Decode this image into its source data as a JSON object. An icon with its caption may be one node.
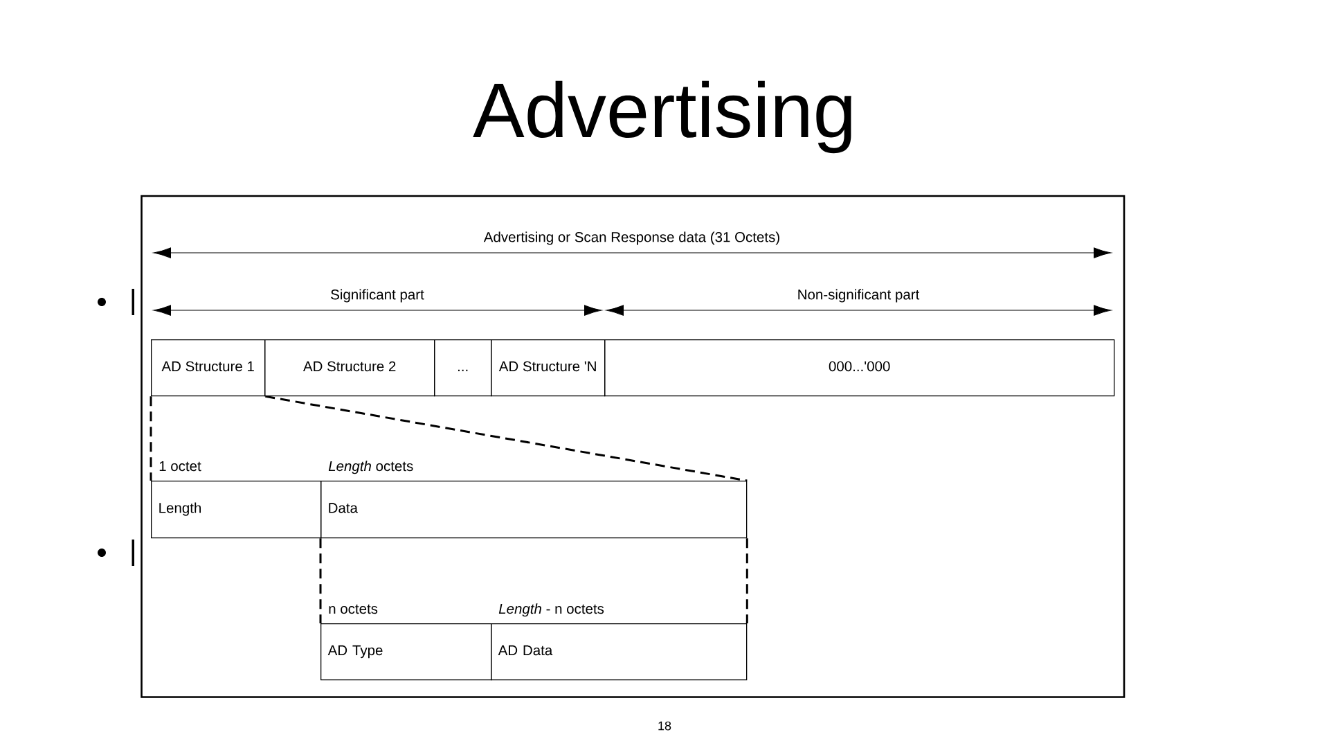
{
  "diagram": {
    "title": "Advertising",
    "nodes": [
      {
        "text": [
          "AD Structure 1"
        ]
      },
      {
        "text": [
          "AD Structure 2"
        ]
      },
      {
        "text": [
          "..."
        ]
      },
      {
        "text": [
          "AD Structure 'N"
        ]
      },
      {
        "text": [
          "000...'000"
        ]
      },
      {
        "text": [
          "Length"
        ],
        "beside": [
          "1 octet"
        ]
      },
      {
        "text": [
          "Data"
        ],
        "beside": [
          "*Length* octets"
        ]
      },
      {
        "text": [
          "AD Type"
        ],
        "beside": [
          "n octets"
        ]
      },
      {
        "text": [
          "AD Data"
        ],
        "beside": [
          "*Length* - n octets"
        ]
      }
    ],
    "edges": [
      {
        "from": 0,
        "to": 5,
        "arrow": "none",
        "style": "dashed"
      },
      {
        "from": 0,
        "to": 6,
        "arrow": "none",
        "style": "dashed"
      },
      {
        "from": 6,
        "to": 7,
        "arrow": "none",
        "style": "dashed"
      },
      {
        "from": 6,
        "to": 8,
        "arrow": "none",
        "style": "dashed"
      }
    ],
    "labels": [
      "Advertising or Scan Response data (31 Octets)",
      "Significant part",
      "Non-significant part",
      "18"
    ]
  }
}
